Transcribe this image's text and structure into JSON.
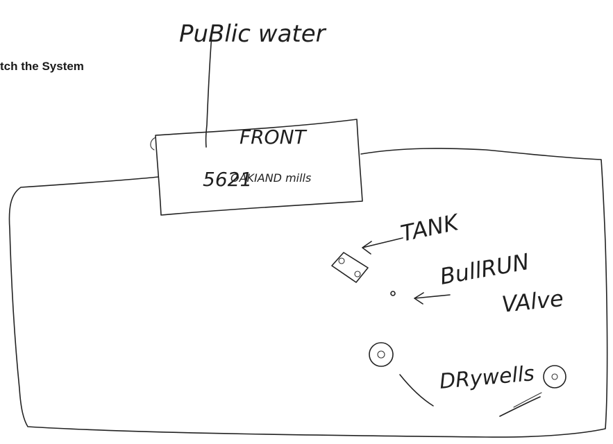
{
  "heading": "tch the System",
  "labels": {
    "public_water": "PuBlic water",
    "front": "FRONT",
    "address_number": "5621",
    "address_street": "OAKIAND mills",
    "tank": "TANK",
    "bull_run": "BullRUN",
    "valve": "VAlve",
    "drywells": "DRywells"
  },
  "colors": {
    "ink": "#222222",
    "paper": "#ffffff"
  }
}
